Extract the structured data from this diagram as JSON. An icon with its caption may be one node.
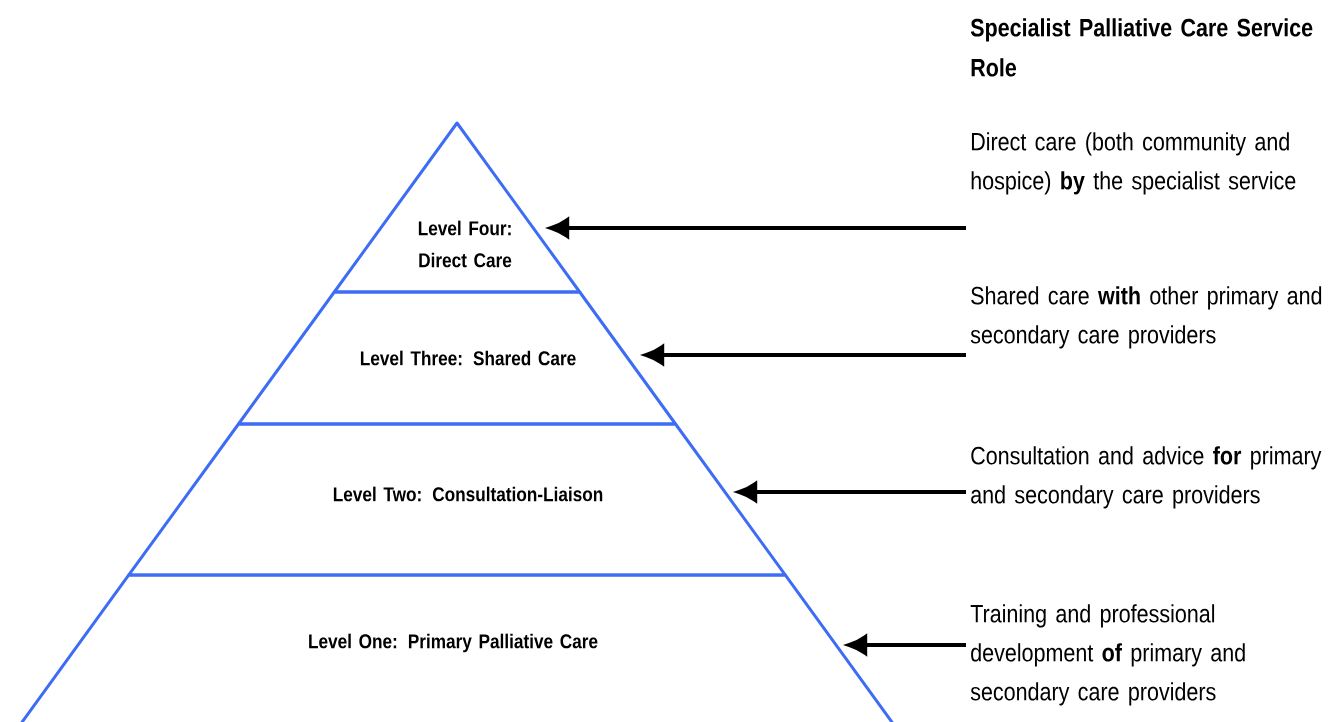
{
  "diagram": {
    "title": "Specialist Palliative Care Service Role",
    "nodes": [
      {
        "text": [
          "Level Four: Direct Care"
        ]
      },
      {
        "text": [
          "Level Three: Shared Care"
        ]
      },
      {
        "text": [
          "Level Two: Consultation-Liaison"
        ]
      },
      {
        "text": [
          "Level One: Primary Palliative Care"
        ]
      },
      {
        "text": [
          "Direct care (both community and hospice) **by** the specialist service"
        ]
      },
      {
        "text": [
          "Shared care **with** other primary and secondary care providers"
        ]
      },
      {
        "text": [
          "Consultation and advice **for** primary and secondary care providers"
        ]
      },
      {
        "text": [
          "Training and professional development **of** primary and secondary care providers"
        ]
      }
    ],
    "edges": [
      {
        "from": 4,
        "to": 0,
        "arrow": "to"
      },
      {
        "from": 5,
        "to": 1,
        "arrow": "to"
      },
      {
        "from": 6,
        "to": 2,
        "arrow": "to"
      },
      {
        "from": 7,
        "to": 3,
        "arrow": "to"
      }
    ]
  }
}
